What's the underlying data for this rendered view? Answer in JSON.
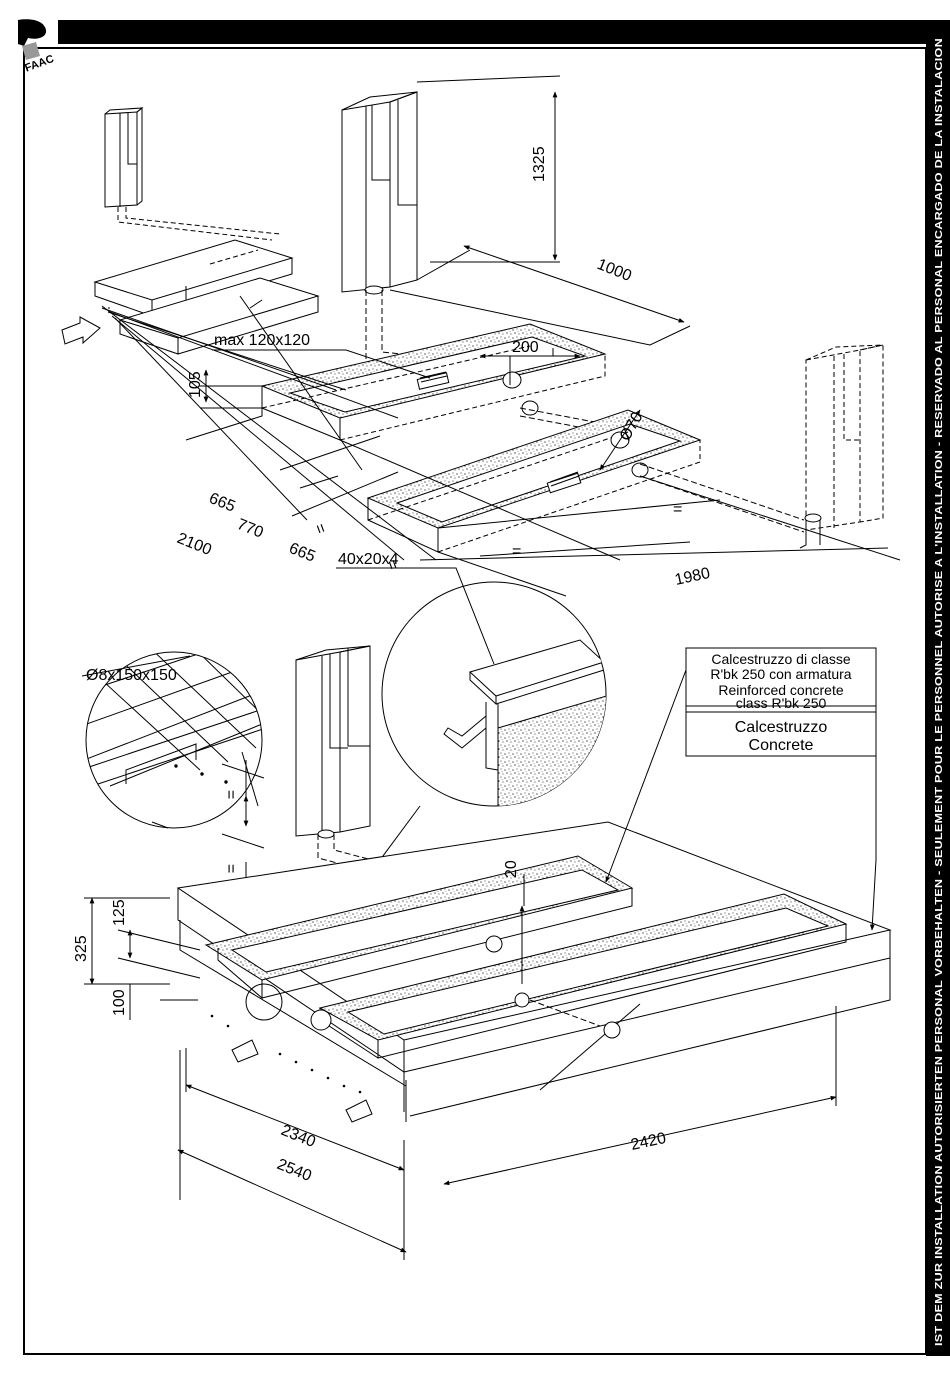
{
  "logo_text": "FAAC",
  "side_banner": "IST DEM ZUR INSTALLATION AUTORISIERTEN PERSONAL VORBEHALTEN - SEULEMENT POUR LE PERSONNEL AUTORISE A L'INSTALLATION - RESERVADO AL PERSONAL ENCARGADO DE LA INSTALACION",
  "top_drawing": {
    "height_1325": "1325",
    "width_1000": "1000",
    "width_200": "200",
    "grate": "max 120x120",
    "height_105": "105",
    "pipe": "Ø70",
    "d665_a": "665",
    "d770": "770",
    "d2100": "2100",
    "d665_b": "665",
    "d1980": "1980",
    "eq": "="
  },
  "bottom_drawing": {
    "mesh": "Ø8x150x150",
    "profile": "40x20x4",
    "legend_reinforced": [
      "Calcestruzzo di classe",
      "R'bk 250 con armatura",
      "Reinforced concrete",
      "class R'bk 250"
    ],
    "legend_concrete": [
      "Calcestruzzo",
      "Concrete"
    ],
    "d20": "20",
    "d125": "125",
    "d325": "325",
    "d100": "100",
    "d2340": "2340",
    "d2540": "2540",
    "d2420": "2420",
    "eq": "="
  }
}
